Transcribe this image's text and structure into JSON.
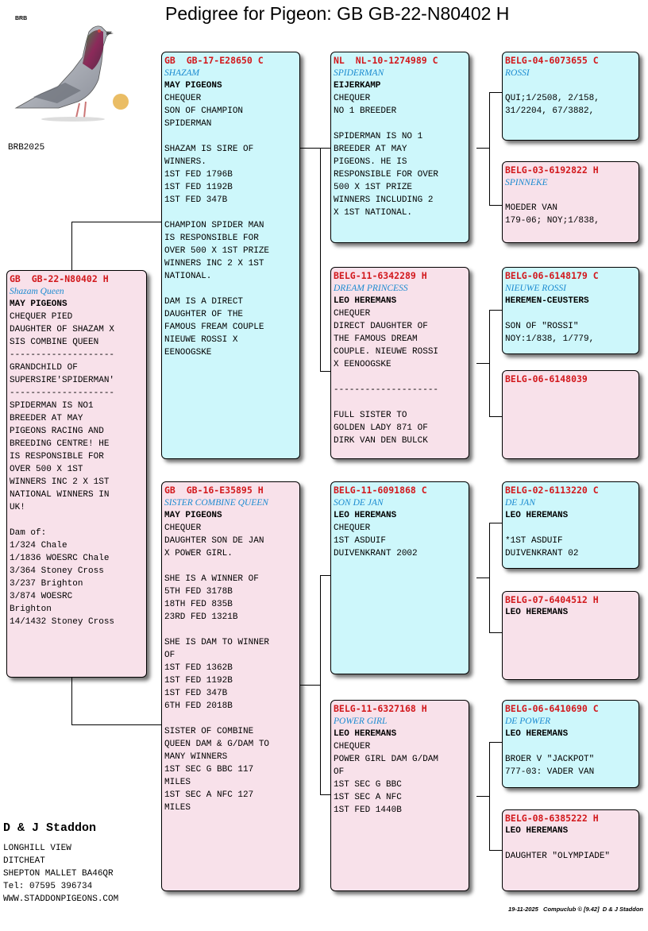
{
  "title": "Pedigree for Pigeon: GB  GB-22-N80402 H",
  "logo_label": "BRB",
  "bird_code": "BRB2025",
  "colors": {
    "pink": "#f8e1ea",
    "cyan": "#cdf7fb",
    "ring": "#d2181c",
    "name": "#1a8ad0"
  },
  "subject": {
    "ring": "GB  GB-22-N80402 H",
    "name": "Shazam Queen",
    "owner": "MAY PIGEONS",
    "notes": "CHEQUER PIED\nDAUGHTER OF SHAZAM X\nSIS COMBINE QUEEN\n--------------------\nGRANDCHILD OF\nSUPERSIRE'SPIDERMAN'\n--------------------\nSPIDERMAN IS NO1\nBREEDER AT MAY\nPIGEONS RACING AND\nBREEDING CENTRE! HE\nIS RESPONSIBLE FOR\nOVER 500 X 1ST\nWINNERS INC 2 X 1ST\nNATIONAL WINNERS IN\nUK!\n\nDam of:\n1/324 Chale\n1/1836 WOESRC Chale\n3/364 Stoney Cross\n3/237 Brighton\n3/874 WOESRC\nBrighton\n14/1432 Stoney Cross"
  },
  "sire": {
    "ring": "GB  GB-17-E28650 C",
    "name": "SHAZAM",
    "owner": "MAY PIGEONS",
    "notes": "CHEQUER\nSON OF CHAMPION\nSPIDERMAN\n\nSHAZAM IS SIRE OF\nWINNERS.\n1ST FED 1796B\n1ST FED 1192B\n1ST FED 347B\n\nCHAMPION SPIDER MAN\nIS RESPONSIBLE FOR\nOVER 500 X 1ST PRIZE\nWINNERS INC 2 X 1ST\nNATIONAL.\n\nDAM IS A DIRECT\nDAUGHTER OF THE\nFAMOUS FREAM COUPLE\nNIEUWE ROSSI X\nEENOOGSKE"
  },
  "dam": {
    "ring": "GB  GB-16-E35895 H",
    "name": "SISTER COMBINE QUEEN",
    "owner": "MAY PIGEONS",
    "notes": "CHEQUER\nDAUGHTER SON DE JAN\nX POWER GIRL.\n\nSHE IS A WINNER OF\n5TH FED 3178B\n18TH FED 835B\n23RD FED 1321B\n\nSHE IS DAM TO WINNER\nOF\n1ST FED 1362B\n1ST FED 1192B\n1ST FED 347B\n6TH FED 2018B\n\nSISTER OF COMBINE\nQUEEN DAM & G/DAM TO\nMANY WINNERS\n1ST SEC G BBC 117\nMILES\n1ST SEC A NFC 127\nMILES"
  },
  "ss": {
    "ring": "NL  NL-10-1274989 C",
    "name": "SPIDERMAN",
    "owner": "EIJERKAMP",
    "notes": "CHEQUER\nNO 1 BREEDER\n\nSPIDERMAN IS NO 1\nBREEDER AT MAY\nPIGEONS. HE IS\nRESPONSIBLE FOR OVER\n500 X 1ST PRIZE\nWINNERS INCLUDING 2\nX 1ST NATIONAL."
  },
  "sd": {
    "ring": "BELG-11-6342289 H",
    "name": "DREAM PRINCESS",
    "owner": "LEO HEREMANS",
    "notes": "CHEQUER\nDIRECT DAUGHTER OF\nTHE FAMOUS DREAM\nCOUPLE. NIEUWE ROSSI\nX EENOOGSKE\n\n--------------------\n\nFULL SISTER TO\nGOLDEN LADY 871 OF\nDIRK VAN DEN BULCK"
  },
  "ds": {
    "ring": "BELG-11-6091868 C",
    "name": "SON DE JAN",
    "owner": "LEO HEREMANS",
    "notes": "CHEQUER\n1ST ASDUIF\nDUIVENKRANT 2002"
  },
  "dd": {
    "ring": "BELG-11-6327168 H",
    "name": "POWER GIRL",
    "owner": "LEO HEREMANS",
    "notes": "CHEQUER\nPOWER GIRL DAM G/DAM\nOF\n1ST SEC G BBC\n1ST SEC A NFC\n1ST FED 1440B"
  },
  "sss": {
    "ring": "BELG-04-6073655 C",
    "name": "ROSSI",
    "owner": "",
    "notes": "\nQUI;1/2508, 2/158,\n31/2204, 67/3882,"
  },
  "ssd": {
    "ring": "BELG-03-6192822 H",
    "name": "SPINNEKE",
    "owner": "",
    "notes": "\nMOEDER VAN\n179-06; NOY;1/838,"
  },
  "sds": {
    "ring": "BELG-06-6148179 C",
    "name": "NIEUWE ROSSI",
    "owner": "HEREMEN-CEUSTERS",
    "notes": "\nSON OF \"ROSSI\"\nNOY:1/838, 1/779,"
  },
  "sdd": {
    "ring": "BELG-06-6148039",
    "name": "",
    "owner": "",
    "notes": ""
  },
  "dss": {
    "ring": "BELG-02-6113220 C",
    "name": "DE JAN",
    "owner": "LEO HEREMANS",
    "notes": "\n*1ST ASDUIF\nDUIVENKRANT 02"
  },
  "dsd": {
    "ring": "BELG-07-6404512 H",
    "name": "",
    "owner": "LEO HEREMANS",
    "notes": ""
  },
  "dds": {
    "ring": "BELG-06-6410690 C",
    "name": "DE POWER",
    "owner": "LEO HEREMANS",
    "notes": "\nBROER V \"JACKPOT\"\n777-03: VADER VAN"
  },
  "ddd": {
    "ring": "BELG-08-6385222 H",
    "name": "",
    "owner": "LEO HEREMANS",
    "notes": "\nDAUGHTER \"OLYMPIADE\""
  },
  "footer": {
    "breeder": "D & J Staddon",
    "address": "LONGHILL VIEW\nDITCHEAT\nSHEPTON MALLET BA46QR\nTel: 07595 396734\nWWW.STADDONPIGEONS.COM",
    "credit": "19-11-2025   Compuclub © [9.42]  D & J Staddon"
  }
}
